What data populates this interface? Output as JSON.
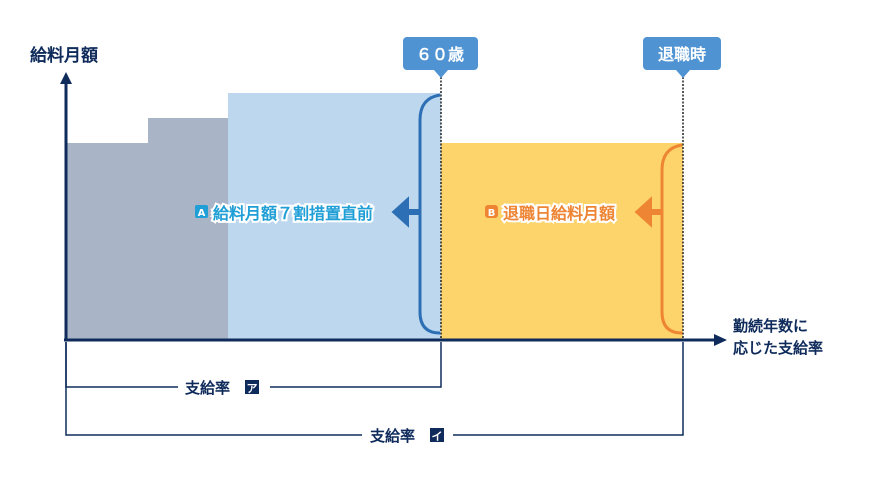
{
  "y_axis_label": "給料月額",
  "x_axis_label_line1": "勤続年数に",
  "x_axis_label_line2": "応じた支給率",
  "marker_60": "６０歳",
  "marker_retire": "退職時",
  "label_a_badge": "A",
  "label_a": "給料月額７割措置直前",
  "label_b_badge": "B",
  "label_b": "退職日給料月額",
  "rate_a_text": "支給率",
  "rate_a_badge": "ア",
  "rate_b_text": "支給率",
  "rate_b_badge": "イ",
  "colors": {
    "axis": "#0f2b5b",
    "gray": "#a9b4c6",
    "lightblue": "#bdd7ef",
    "yellow": "#fdd46b",
    "blue": "#2d6fb5",
    "orange": "#ee8534",
    "tag": "#4f93d2",
    "cyan": "#1f9fd6"
  }
}
